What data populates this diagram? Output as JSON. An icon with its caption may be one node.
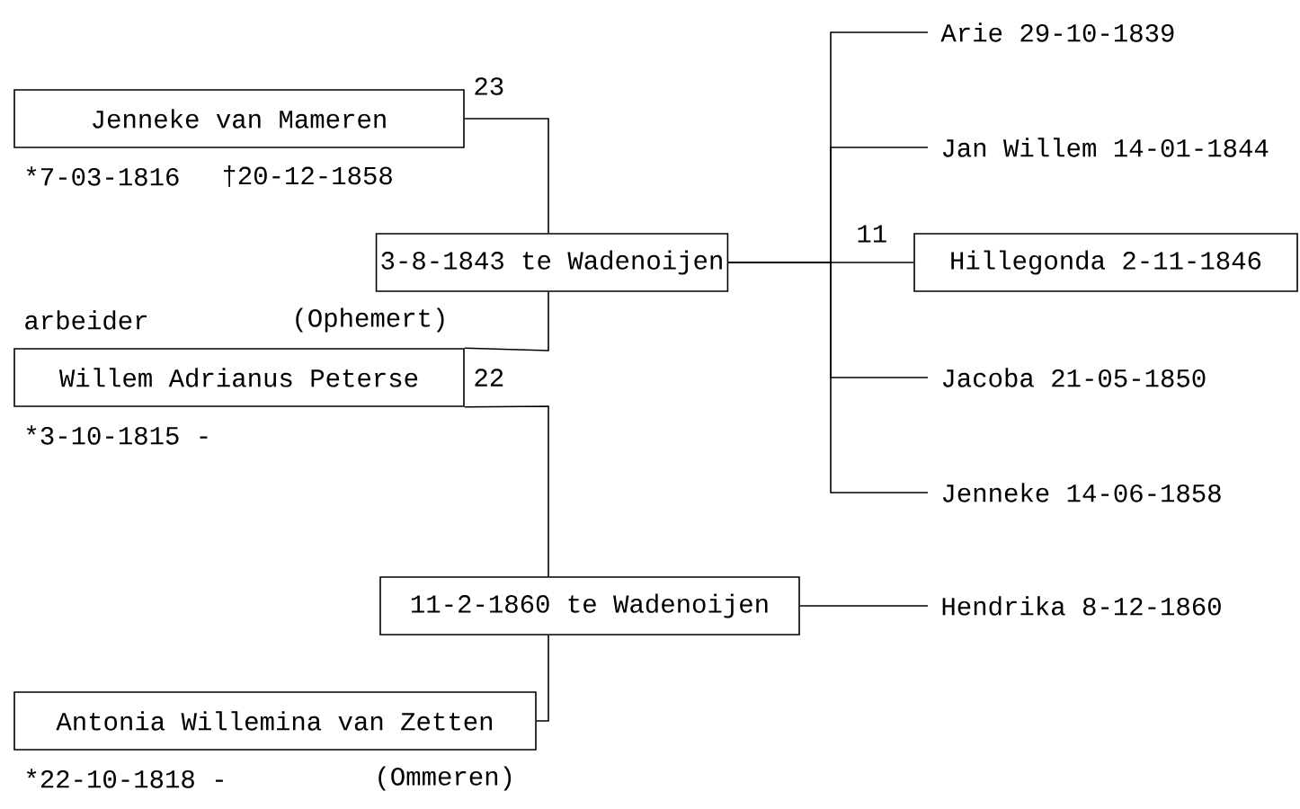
{
  "diagram": {
    "nodes": [
      {
        "text": [
          "Jenneke van Mameren"
        ],
        "beside": [
          "23",
          "*7-03-1816",
          "†20-12-1858"
        ]
      },
      {
        "text": [
          "3-8-1843 te Wadenoijen"
        ]
      },
      {
        "text": [
          "Willem Adrianus Peterse"
        ],
        "beside": [
          "arbeider",
          "(Ophemert)",
          "22",
          "*3-10-1815 -"
        ]
      },
      {
        "text": [
          "Arie 29-10-1839"
        ]
      },
      {
        "text": [
          "Jan Willem 14-01-1844"
        ]
      },
      {
        "text": [
          "Hillegonda 2-11-1846"
        ],
        "beside": [
          "11"
        ]
      },
      {
        "text": [
          "Jacoba 21-05-1850"
        ]
      },
      {
        "text": [
          "Jenneke 14-06-1858"
        ]
      },
      {
        "text": [
          "11-2-1860 te Wadenoijen"
        ]
      },
      {
        "text": [
          "Hendrika 8-12-1860"
        ]
      },
      {
        "text": [
          "Antonia Willemina van Zetten"
        ],
        "beside": [
          "*22-10-1818 -",
          "(Ommeren)"
        ]
      }
    ],
    "edges": [
      {
        "from": 0,
        "to": 1,
        "arrow": "none"
      },
      {
        "from": 2,
        "to": 1,
        "arrow": "none"
      },
      {
        "from": 1,
        "to": 3,
        "arrow": "none"
      },
      {
        "from": 1,
        "to": 4,
        "arrow": "none"
      },
      {
        "from": 1,
        "to": 5,
        "arrow": "none"
      },
      {
        "from": 1,
        "to": 6,
        "arrow": "none"
      },
      {
        "from": 1,
        "to": 7,
        "arrow": "none"
      },
      {
        "from": 2,
        "to": 8,
        "arrow": "none"
      },
      {
        "from": 10,
        "to": 8,
        "arrow": "none"
      },
      {
        "from": 8,
        "to": 9,
        "arrow": "none"
      }
    ]
  }
}
